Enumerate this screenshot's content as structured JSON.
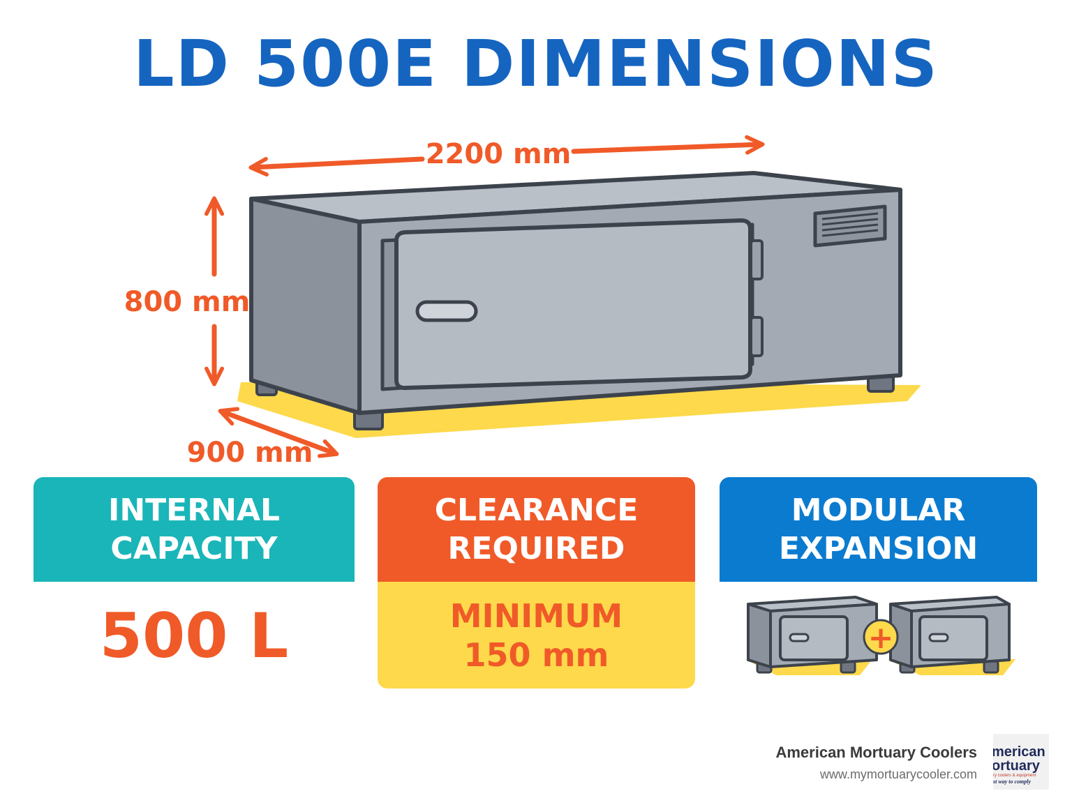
{
  "title": "LD 500E DIMENSIONS",
  "dimensions": {
    "length": "2200 mm",
    "height": "800 mm",
    "depth": "900 mm"
  },
  "cards": {
    "capacity": {
      "line1": "INTERNAL",
      "line2": "CAPACITY",
      "value": "500 L"
    },
    "clearance": {
      "line1": "CLEARANCE",
      "line2": "REQUIRED",
      "value_line1": "MINIMUM",
      "value_line2": "150 mm"
    },
    "modular": {
      "line1": "MODULAR",
      "line2": "EXPANSION",
      "plus_symbol": "+"
    }
  },
  "footer": {
    "company": "American Mortuary Coolers",
    "url": "www.mymortuarycooler.com",
    "logo_text": [
      "merican",
      "ortuary",
      "ry coolers & equipment",
      "st way to comply"
    ]
  },
  "colors": {
    "title_blue": "#1565C0",
    "dimension_orange": "#F05A28",
    "teal": "#1AB5B8",
    "orange": "#F05A28",
    "blue": "#0B7BD0",
    "yellow": "#FDD94B"
  }
}
